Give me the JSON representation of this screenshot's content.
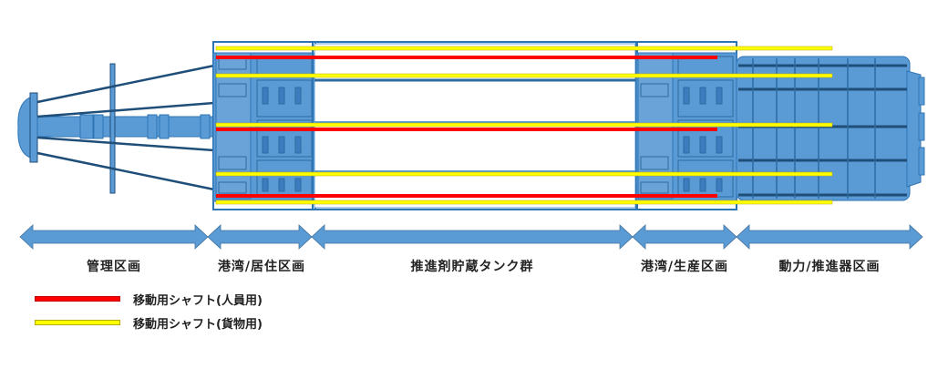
{
  "diagram": {
    "colors": {
      "hull": "#5b9bd5",
      "hull_dark": "#1f4e79",
      "hull_line": "#2e75b6",
      "personnel_shaft": "#ff0000",
      "cargo_shaft": "#ffff00",
      "arrow": "#5b9bd5"
    },
    "sections": [
      {
        "id": "management",
        "label": "管理区画"
      },
      {
        "id": "port-residential",
        "label": "港湾/居住区画"
      },
      {
        "id": "propellant-tanks",
        "label": "推進剤貯蔵タンク群"
      },
      {
        "id": "port-production",
        "label": "港湾/生産区画"
      },
      {
        "id": "power-propulsion",
        "label": "動力/推進器区画"
      }
    ],
    "legend": [
      {
        "type": "personnel",
        "label": "移動用シャフト(人員用)",
        "color": "#ff0000"
      },
      {
        "type": "cargo",
        "label": "移動用シャフト(貨物用)",
        "color": "#ffff00"
      }
    ]
  }
}
